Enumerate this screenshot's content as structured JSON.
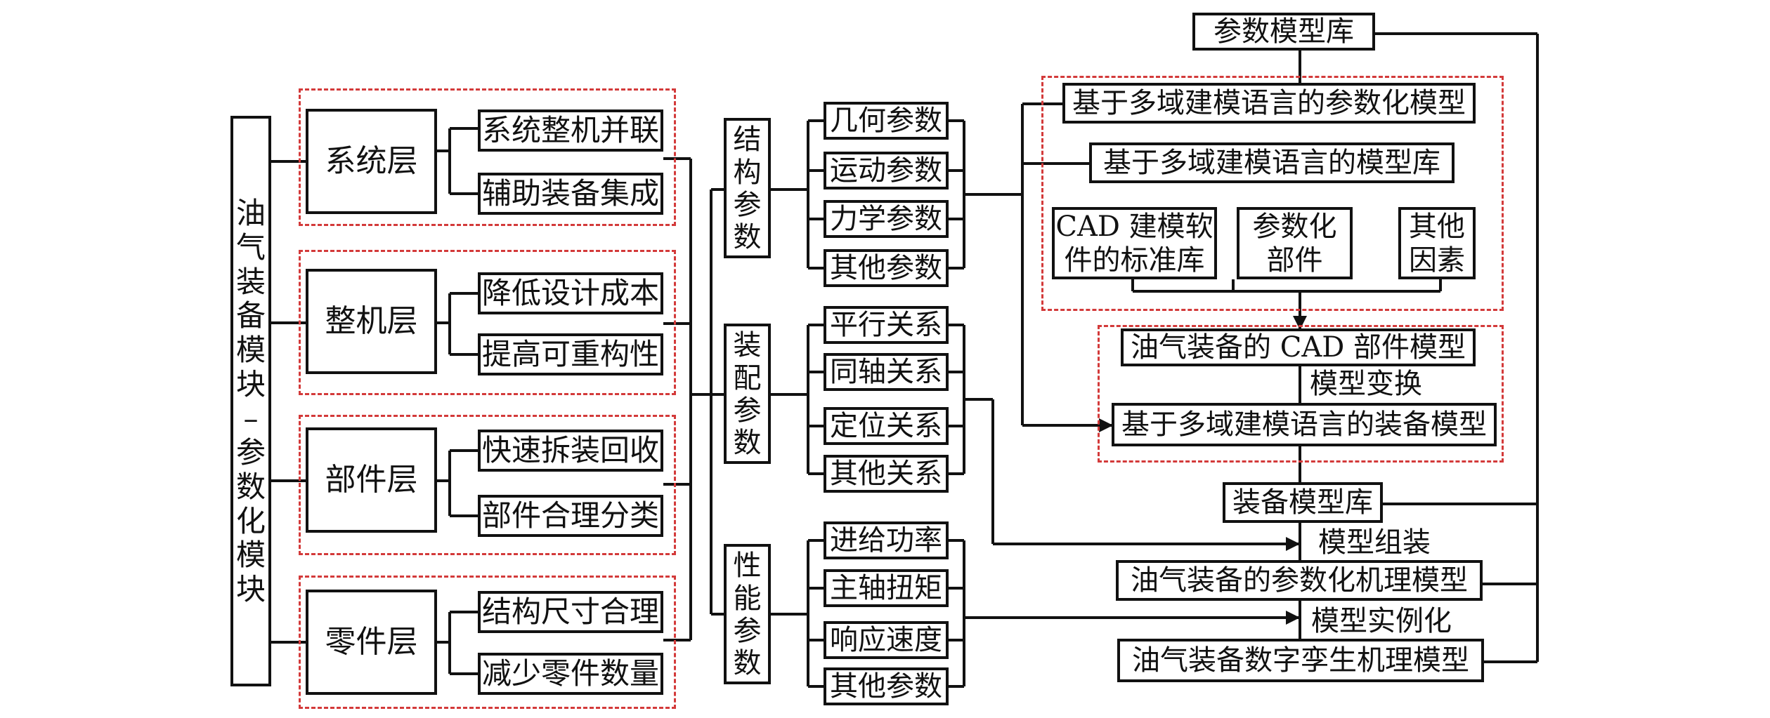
{
  "root": {
    "chars": [
      "油",
      "气",
      "装",
      "备",
      "模",
      "块",
      "–",
      "参",
      "数",
      "化",
      "模",
      "块"
    ]
  },
  "layers": [
    {
      "name": "系统层",
      "items": [
        "系统整机并联",
        "辅助装备集成"
      ]
    },
    {
      "name": "整机层",
      "items": [
        "降低设计成本",
        "提高可重构性"
      ]
    },
    {
      "name": "部件层",
      "items": [
        "快速拆装回收",
        "部件合理分类"
      ]
    },
    {
      "name": "零件层",
      "items": [
        "结构尺寸合理",
        "减少零件数量"
      ]
    }
  ],
  "param_groups": [
    {
      "chars": [
        "结",
        "构",
        "参",
        "数"
      ],
      "items": [
        "几何参数",
        "运动参数",
        "力学参数",
        "其他参数"
      ]
    },
    {
      "chars": [
        "装",
        "配",
        "参",
        "数"
      ],
      "items": [
        "平行关系",
        "同轴关系",
        "定位关系",
        "其他关系"
      ]
    },
    {
      "chars": [
        "性",
        "能",
        "参",
        "数"
      ],
      "items": [
        "进给功率",
        "主轴扭矩",
        "响应速度",
        "其他参数"
      ]
    }
  ],
  "right": {
    "param_lib": "参数模型库",
    "domain_param_model": "基于多域建模语言的参数化模型",
    "domain_model_lib": "基于多域建模语言的模型库",
    "cad_std_lib": [
      "CAD 建模软",
      "件的标准库"
    ],
    "param_parts": [
      "参数化",
      "部件"
    ],
    "other_factors": [
      "其他",
      "因素"
    ],
    "cad_part_model": "油气装备的 CAD 部件模型",
    "model_transform": "模型变换",
    "domain_equipment_model": "基于多域建模语言的装备模型",
    "equipment_lib": "装备模型库",
    "model_assembly": "模型组装",
    "param_mech_model": "油气装备的参数化机理模型",
    "model_instantiation": "模型实例化",
    "digital_twin_model": "油气装备数字孪生机理模型"
  }
}
